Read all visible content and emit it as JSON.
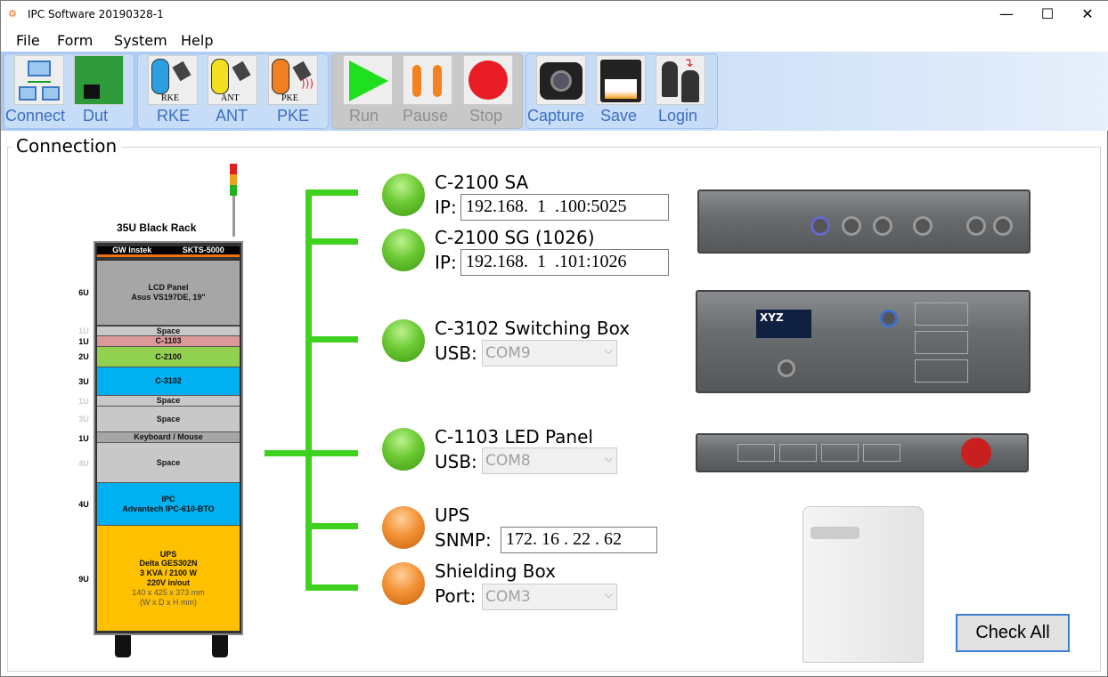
{
  "window": {
    "title": "IPC Software 20190328-1",
    "minimize": "—",
    "maximize": "☐",
    "close": "✕"
  },
  "menu": [
    "File",
    "Form",
    "System",
    "Help"
  ],
  "toolbar": {
    "connect": "Connect",
    "dut": "Dut",
    "rke": "RKE",
    "ant": "ANT",
    "pke": "PKE",
    "run": "Run",
    "pause": "Pause",
    "stop": "Stop",
    "capture": "Capture",
    "save": "Save",
    "login": "Login",
    "rke_tag": "RKE",
    "ant_tag": "ANT",
    "pke_tag": "PKE"
  },
  "group_label": "Connection",
  "rack": {
    "title": "35U Black Rack",
    "brand": "GW Instek",
    "model": "SKTS-5000",
    "slots": [
      {
        "u": "6U",
        "l1": "LCD Panel",
        "l2": "Asus VS197DE, 19\""
      },
      {
        "u": "1U",
        "l1": "Space"
      },
      {
        "u": "1U",
        "l1": "C-1103"
      },
      {
        "u": "2U",
        "l1": "C-2100"
      },
      {
        "u": "3U",
        "l1": "C-3102"
      },
      {
        "u": "1U",
        "l1": "Space"
      },
      {
        "u": "3U",
        "l1": "Space"
      },
      {
        "u": "1U",
        "l1": "Keyboard / Mouse"
      },
      {
        "u": "4U",
        "l1": "Space"
      },
      {
        "u": "4U",
        "l1": "IPC",
        "l2": "Advantech IPC-610-BTO"
      },
      {
        "u": "9U",
        "l1": "UPS",
        "l2": "Delta GES302N",
        "l3": "3 KVA / 2100 W",
        "l4": "220V in/out",
        "l5": "140 x 425 x 373 mm",
        "l6": "(W x D x H mm)"
      }
    ]
  },
  "devices": [
    {
      "name": "C-2100 SA",
      "field": "IP:",
      "value": "192.168.  1  .100:5025",
      "status": "green"
    },
    {
      "name": "C-2100 SG (1026)",
      "field": "IP:",
      "value": "192.168.  1  .101:1026",
      "status": "green"
    },
    {
      "name": "C-3102 Switching Box",
      "field": "USB:",
      "value": "COM9",
      "status": "green"
    },
    {
      "name": "C-1103 LED Panel",
      "field": "USB:",
      "value": "COM8",
      "status": "green"
    },
    {
      "name": "UPS",
      "field": "SNMP:",
      "value": "172. 16 . 22 . 62",
      "status": "orange"
    },
    {
      "name": "Shielding Box",
      "field": "Port:",
      "value": "COM3",
      "status": "orange"
    }
  ],
  "device_image_text": {
    "xyz": "XYZ"
  },
  "check_all": "Check All",
  "colors": {
    "bus": "#3ed21f",
    "led_green": "#6cc933",
    "led_orange": "#f39236",
    "accent": "#3c7fd0"
  }
}
